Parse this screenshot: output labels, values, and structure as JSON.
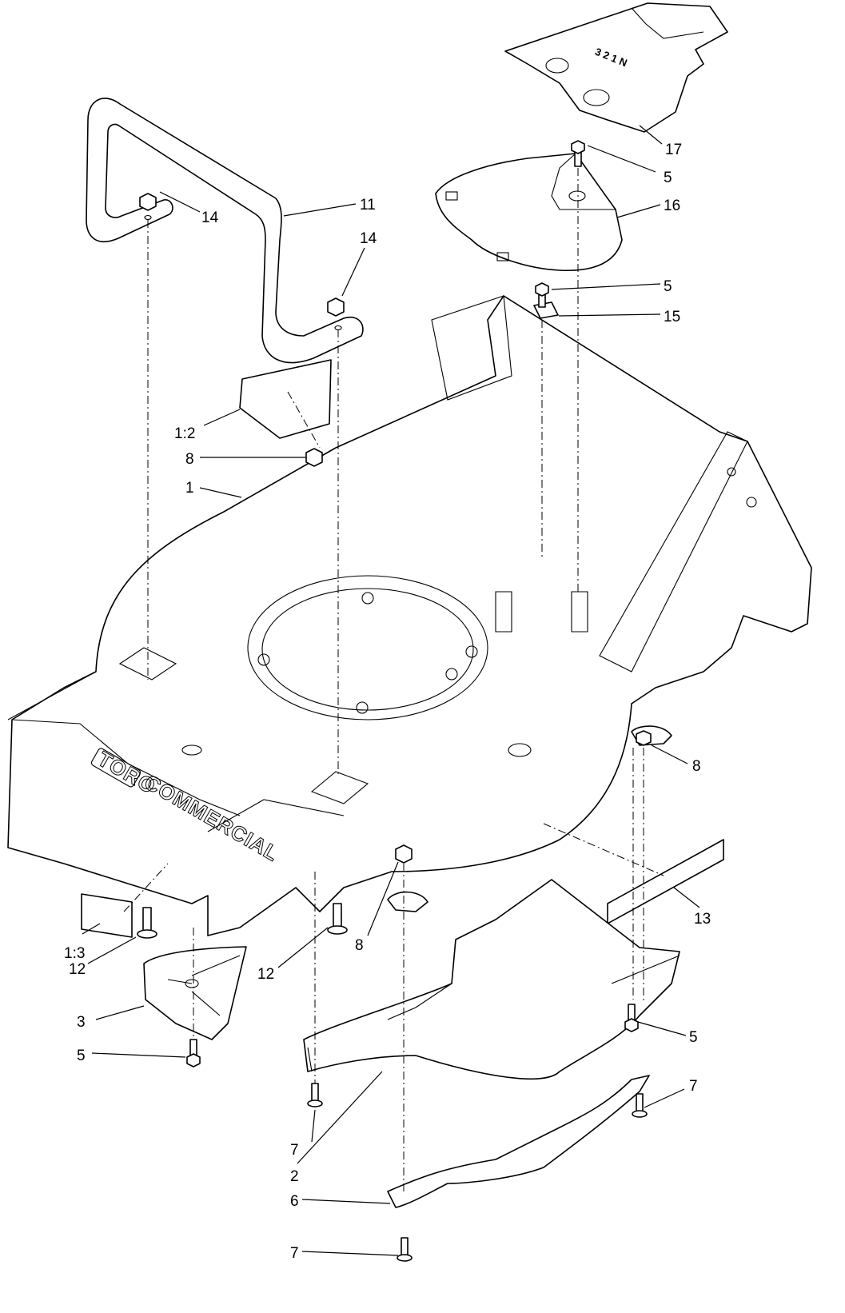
{
  "callouts": [
    {
      "id": "c17",
      "text": "17"
    },
    {
      "id": "c5a",
      "text": "5"
    },
    {
      "id": "c11",
      "text": "11"
    },
    {
      "id": "c14a",
      "text": "14"
    },
    {
      "id": "c16",
      "text": "16"
    },
    {
      "id": "c14b",
      "text": "14"
    },
    {
      "id": "c5b",
      "text": "5"
    },
    {
      "id": "c15",
      "text": "15"
    },
    {
      "id": "c1_2",
      "text": "1:2"
    },
    {
      "id": "c8a",
      "text": "8"
    },
    {
      "id": "c1",
      "text": "1"
    },
    {
      "id": "c8b",
      "text": "8"
    },
    {
      "id": "c13",
      "text": "13"
    },
    {
      "id": "c1_3",
      "text": "1:3"
    },
    {
      "id": "c12a",
      "text": "12"
    },
    {
      "id": "c12b",
      "text": "12"
    },
    {
      "id": "c8c",
      "text": "8"
    },
    {
      "id": "c3",
      "text": "3"
    },
    {
      "id": "c5c",
      "text": "5"
    },
    {
      "id": "c5d",
      "text": "5"
    },
    {
      "id": "c7a",
      "text": "7"
    },
    {
      "id": "c7b",
      "text": "7"
    },
    {
      "id": "c2",
      "text": "2"
    },
    {
      "id": "c6",
      "text": "6"
    },
    {
      "id": "c7c",
      "text": "7"
    }
  ],
  "markings": {
    "shift_plate": "3 2 1 N",
    "brand_logo": "TORO",
    "deck_text": "COMMERCIAL"
  }
}
